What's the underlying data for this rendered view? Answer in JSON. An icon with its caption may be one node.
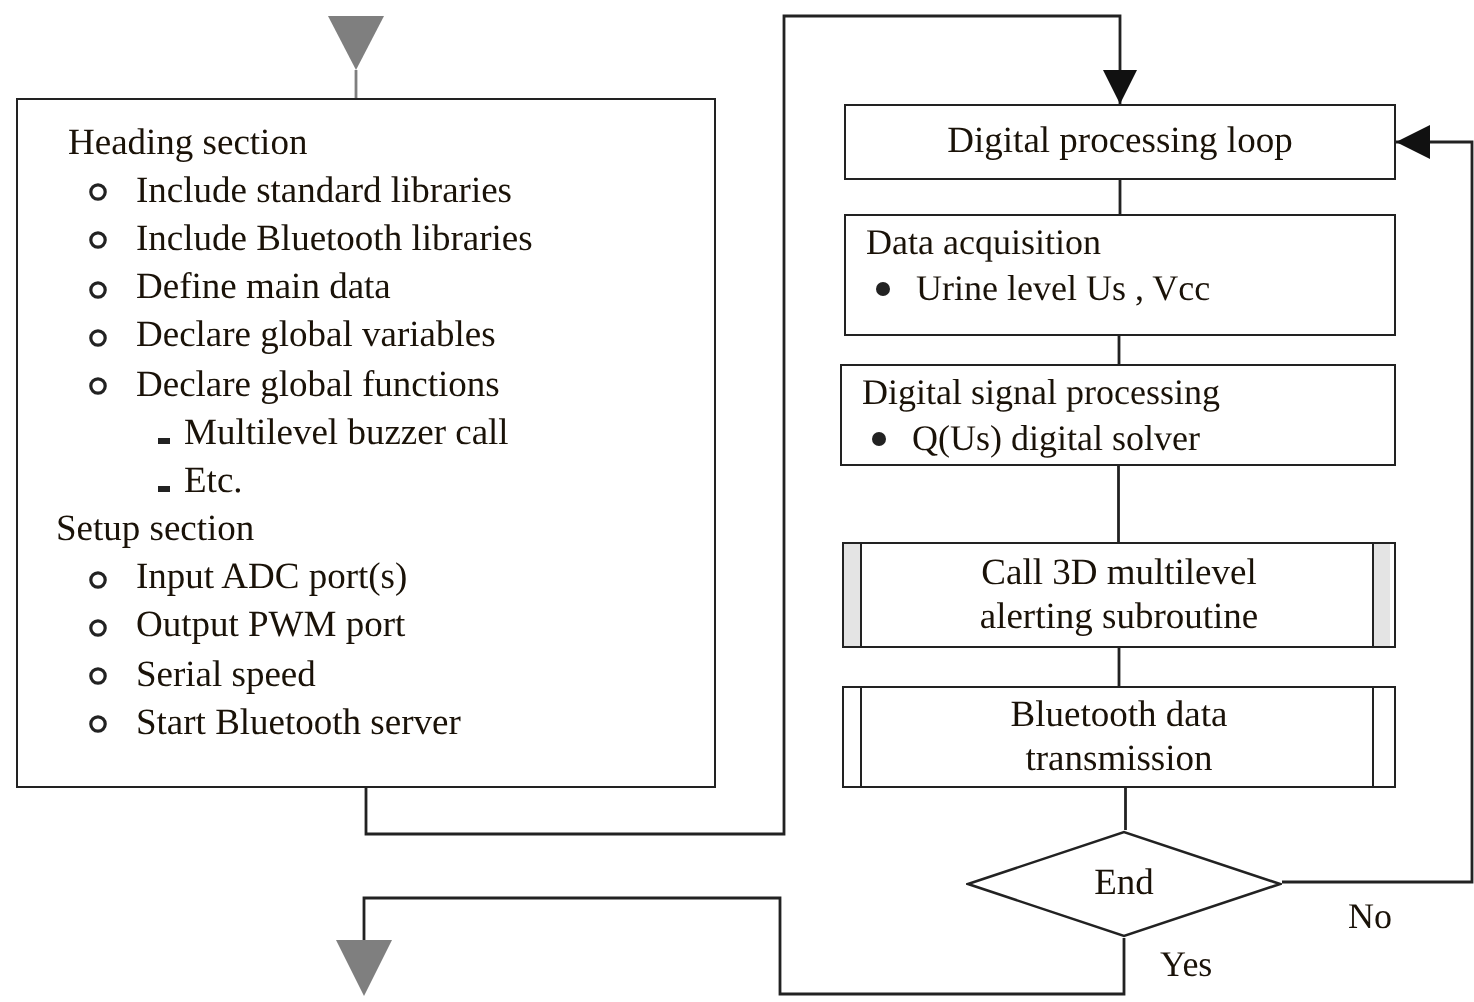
{
  "diagram": {
    "nodes": [
      {
        "text": [],
        "shape": "triangle"
      },
      {
        "text": [
          "Heading section",
          "Include standard libraries",
          "Include Bluetooth libraries",
          "Define main data",
          "Declare global variables",
          "Declare global functions",
          "Multilevel buzzer call",
          "Etc.",
          "Setup section",
          "Input ADC port(s)",
          "Output PWM port",
          "Serial speed",
          "Start Bluetooth server"
        ]
      },
      {
        "text": [
          "Digital processing loop"
        ]
      },
      {
        "text": [
          "Data acquisition",
          "Urine level Us , Vcc"
        ]
      },
      {
        "text": [
          "Digital signal processing",
          "Q(Us) digital solver"
        ]
      },
      {
        "text": [
          "Call 3D multilevel alerting subroutine"
        ]
      },
      {
        "text": [
          "Bluetooth data transmission"
        ]
      },
      {
        "text": [
          "End"
        ]
      },
      {
        "text": [],
        "shape": "triangle"
      }
    ],
    "edges": [
      {
        "from": 0,
        "to": 1,
        "arrow": "none",
        "color": "#7f7f7f"
      },
      {
        "from": 1,
        "to": 2,
        "arrow": "to"
      },
      {
        "from": 2,
        "to": 3,
        "arrow": "none"
      },
      {
        "from": 3,
        "to": 4,
        "arrow": "none"
      },
      {
        "from": 4,
        "to": 5,
        "arrow": "none"
      },
      {
        "from": 5,
        "to": 6,
        "arrow": "none"
      },
      {
        "from": 6,
        "to": 7,
        "arrow": "none"
      },
      {
        "from": 7,
        "to": 2,
        "arrow": "to",
        "label": "No"
      },
      {
        "from": 7,
        "to": 8,
        "arrow": "none",
        "label": "Yes"
      }
    ]
  }
}
